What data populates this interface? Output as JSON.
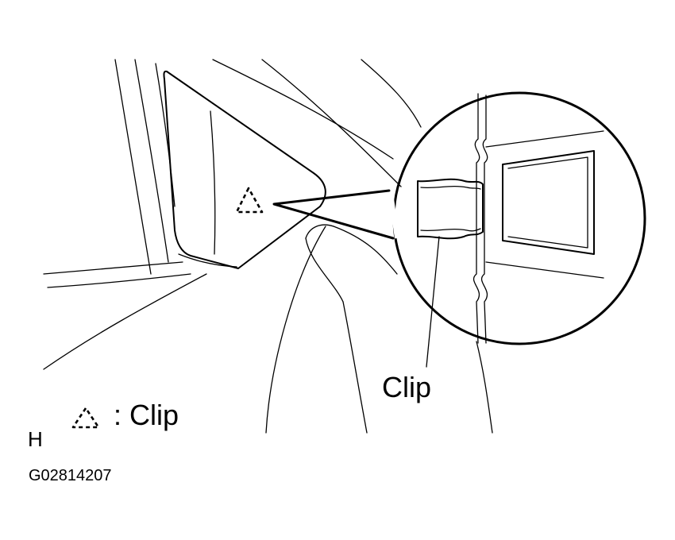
{
  "callout": {
    "clip_label": "Clip"
  },
  "legend": {
    "symbol": "dashed-triangle-icon",
    "text": ": Clip"
  },
  "view_label": "H",
  "figure_code": "G02814207"
}
